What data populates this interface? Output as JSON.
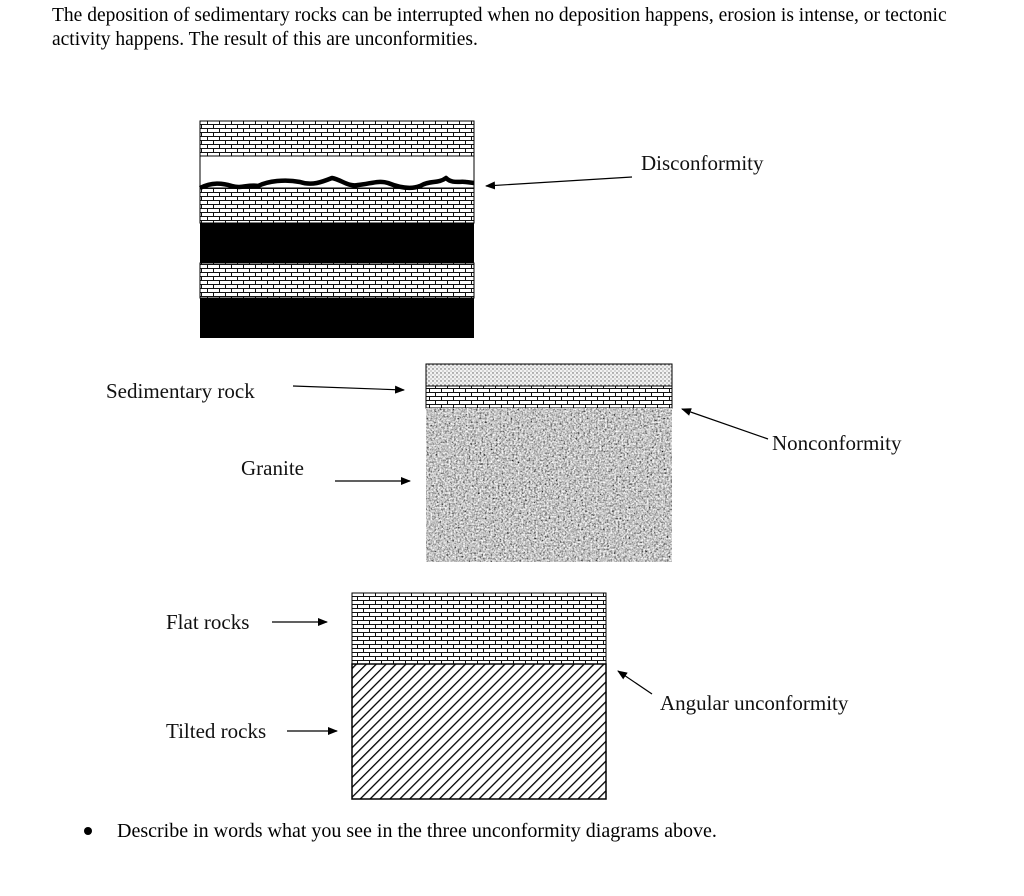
{
  "intro_text": "The deposition of sedimentary rocks can be interrupted when no deposition happens, erosion is intense, or tectonic activity happens. The result of this are unconformities.",
  "figure": {
    "disconformity_label": "Disconformity",
    "nonconformity_label": "Nonconformity",
    "sedimentary_rock_label": "Sedimentary rock",
    "granite_label": "Granite",
    "angular_unconformity_label": "Angular unconformity",
    "flat_rocks_label": "Flat rocks",
    "tilted_rocks_label": "Tilted rocks"
  },
  "question": {
    "bullet_text": "Describe in words what you see in the three unconformity diagrams above."
  }
}
